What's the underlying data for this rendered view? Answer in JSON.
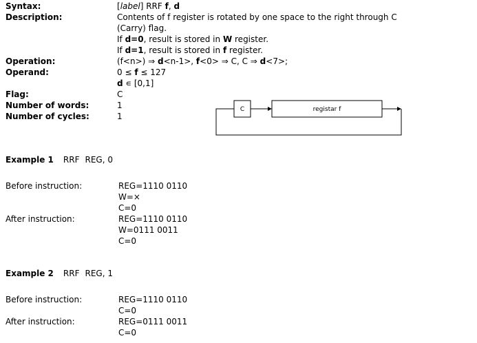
{
  "syntax": {
    "label": "Syntax:",
    "label_param": "label",
    "mnemonic": "RRF",
    "arg_f": "f",
    "arg_d": "d"
  },
  "description": {
    "label": "Description:",
    "line1": "Contents of f register is rotated by one space to the right through C",
    "line2": "(Carry) flag.",
    "if_word": "If",
    "d0": "d=0",
    "line3_rest": ", result is stored in",
    "w_reg": "W",
    "register_word": "register.",
    "d1": "d=1",
    "line4_rest": ", result is stored in",
    "f_reg": "f"
  },
  "operation": {
    "label": "Operation:",
    "p1": "(f<n>) ⇒",
    "d_a": "d",
    "p2": "<n-1>,",
    "f_b": "f",
    "p3": "<0> ⇒ C, C ⇒",
    "d_c": "d",
    "p4": "<7>;"
  },
  "operand": {
    "label": "Operand:",
    "range_pre": "0 ≤",
    "f": "f",
    "range_post": "≤ 127",
    "d": "d",
    "d_range": "∊ [0,1]"
  },
  "flag": {
    "label": "Flag:",
    "value": "C"
  },
  "words": {
    "label": "Number of words:",
    "value": "1"
  },
  "cycles": {
    "label": "Number of cycles:",
    "value": "1"
  },
  "diagram": {
    "carry": "C",
    "register": "registar f"
  },
  "example1": {
    "title": "Example 1",
    "code": "RRF",
    "args": "REG, 0",
    "before_label": "Before instruction:",
    "before": [
      "REG=1110 0110",
      "W=×",
      "C=0"
    ],
    "after_label": "After instruction:",
    "after": [
      "REG=1110 0110",
      "W=0111 0011",
      "C=0"
    ]
  },
  "example2": {
    "title": "Example 2",
    "code": "RRF",
    "args": "REG, 1",
    "before_label": "Before instruction:",
    "before": [
      "REG=1110 0110",
      "C=0"
    ],
    "after_label": "After instruction:",
    "after": [
      "REG=0111 0011",
      "C=0"
    ]
  }
}
